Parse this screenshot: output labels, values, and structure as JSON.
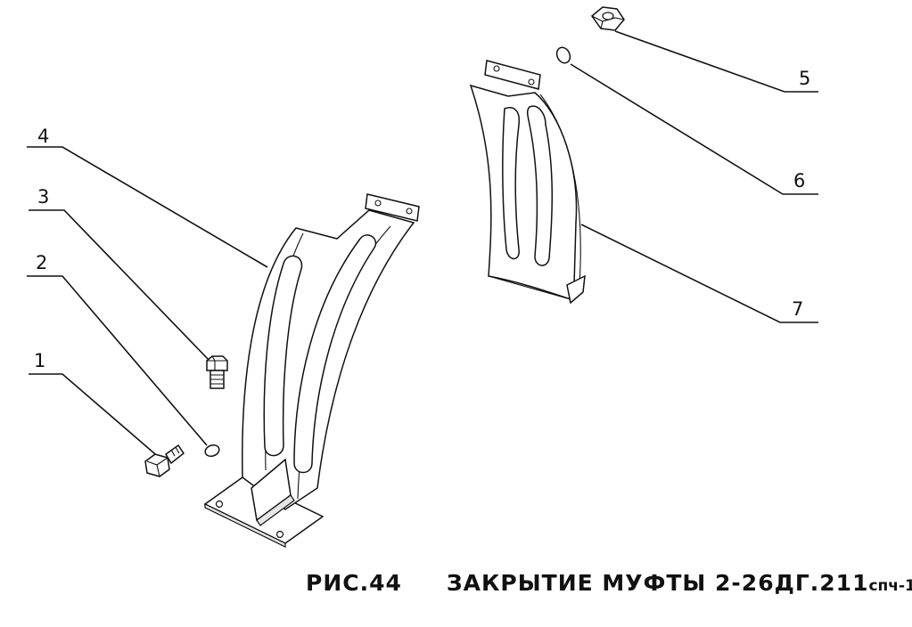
{
  "callouts": [
    {
      "number": "1",
      "part": "bolt"
    },
    {
      "number": "2",
      "part": "spring-washer"
    },
    {
      "number": "3",
      "part": "bolt"
    },
    {
      "number": "4",
      "part": "cover-left"
    },
    {
      "number": "5",
      "part": "nut"
    },
    {
      "number": "6",
      "part": "spring-washer"
    },
    {
      "number": "7",
      "part": "cover-right"
    }
  ],
  "caption": {
    "figure": "РИС.44",
    "title": "ЗАКРЫТИЕ МУФТЫ 2-26ДГ.211",
    "suffix": "спч-1"
  }
}
